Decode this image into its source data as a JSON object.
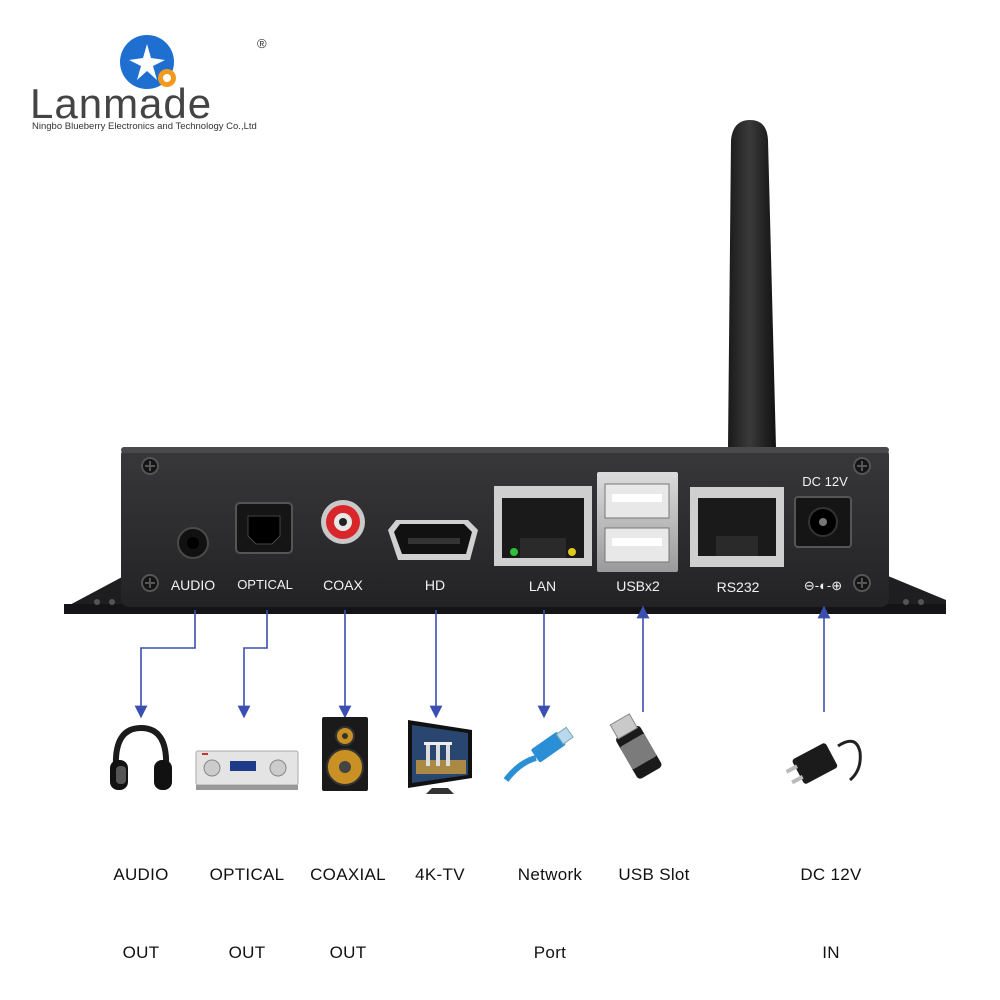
{
  "brand": {
    "name": "Lanmade",
    "registered_mark": "®",
    "company": "Ningbo Blueberry Electronics and Technology Co.,Ltd"
  },
  "device": {
    "dc_label": "DC 12V",
    "ports": [
      "AUDIO",
      "OPTICAL",
      "COAX",
      "HD",
      "LAN",
      "USBx2",
      "RS232"
    ],
    "polarity_symbol": "⊖-◐-⊕"
  },
  "outputs": [
    {
      "line1": "AUDIO",
      "line2": "OUT",
      "icon": "headphones-icon"
    },
    {
      "line1": "OPTICAL",
      "line2": "OUT",
      "icon": "amplifier-icon"
    },
    {
      "line1": "COAXIAL",
      "line2": "OUT",
      "icon": "speaker-icon"
    },
    {
      "line1": "4K-TV",
      "line2": "",
      "icon": "tv-icon"
    },
    {
      "line1": "Network",
      "line2": "Port",
      "icon": "network-cable-icon"
    },
    {
      "line1": "USB Slot",
      "line2": "",
      "icon": "usb-drive-icon"
    },
    {
      "line1": "DC 12V",
      "line2": "IN",
      "icon": "power-adapter-icon"
    }
  ],
  "colors": {
    "connector_line": "#3b4fb0",
    "logo_blue": "#1f6fd1",
    "logo_orange": "#f39a1e",
    "device_body": "#2a2a2c"
  }
}
